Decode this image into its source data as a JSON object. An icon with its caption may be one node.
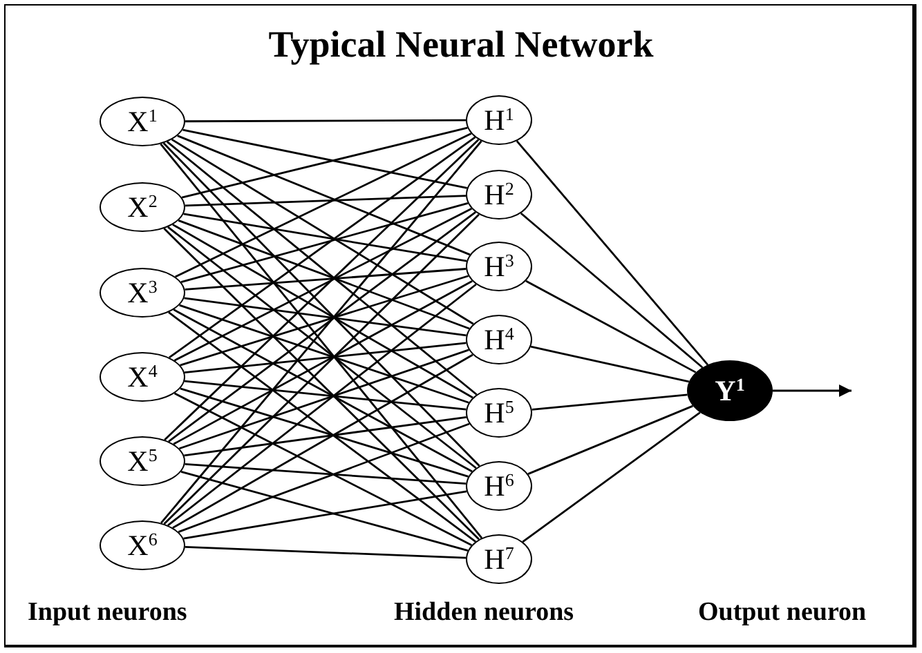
{
  "diagram": {
    "title": "Typical Neural Network",
    "nodes": [
      {
        "text": [
          "X$^{1}$"
        ]
      },
      {
        "text": [
          "X$^{2}$"
        ]
      },
      {
        "text": [
          "X$^{3}$"
        ]
      },
      {
        "text": [
          "X$^{4}$"
        ]
      },
      {
        "text": [
          "X$^{5}$"
        ]
      },
      {
        "text": [
          "X$^{6}$"
        ]
      },
      {
        "text": [
          "H$^{1}$"
        ]
      },
      {
        "text": [
          "H$^{2}$"
        ]
      },
      {
        "text": [
          "H$^{3}$"
        ]
      },
      {
        "text": [
          "H$^{4}$"
        ]
      },
      {
        "text": [
          "H$^{5}$"
        ]
      },
      {
        "text": [
          "H$^{6}$"
        ]
      },
      {
        "text": [
          "H$^{7}$"
        ]
      },
      {
        "text": [
          "Y$^{1}$"
        ]
      }
    ],
    "edges": [
      {
        "from": 0,
        "to": 6,
        "arrow": "none"
      },
      {
        "from": 0,
        "to": 7,
        "arrow": "none"
      },
      {
        "from": 0,
        "to": 8,
        "arrow": "none"
      },
      {
        "from": 0,
        "to": 9,
        "arrow": "none"
      },
      {
        "from": 0,
        "to": 10,
        "arrow": "none"
      },
      {
        "from": 0,
        "to": 11,
        "arrow": "none"
      },
      {
        "from": 0,
        "to": 12,
        "arrow": "none"
      },
      {
        "from": 1,
        "to": 6,
        "arrow": "none"
      },
      {
        "from": 1,
        "to": 7,
        "arrow": "none"
      },
      {
        "from": 1,
        "to": 8,
        "arrow": "none"
      },
      {
        "from": 1,
        "to": 9,
        "arrow": "none"
      },
      {
        "from": 1,
        "to": 10,
        "arrow": "none"
      },
      {
        "from": 1,
        "to": 11,
        "arrow": "none"
      },
      {
        "from": 1,
        "to": 12,
        "arrow": "none"
      },
      {
        "from": 2,
        "to": 6,
        "arrow": "none"
      },
      {
        "from": 2,
        "to": 7,
        "arrow": "none"
      },
      {
        "from": 2,
        "to": 8,
        "arrow": "none"
      },
      {
        "from": 2,
        "to": 9,
        "arrow": "none"
      },
      {
        "from": 2,
        "to": 10,
        "arrow": "none"
      },
      {
        "from": 2,
        "to": 11,
        "arrow": "none"
      },
      {
        "from": 2,
        "to": 12,
        "arrow": "none"
      },
      {
        "from": 3,
        "to": 6,
        "arrow": "none"
      },
      {
        "from": 3,
        "to": 7,
        "arrow": "none"
      },
      {
        "from": 3,
        "to": 8,
        "arrow": "none"
      },
      {
        "from": 3,
        "to": 9,
        "arrow": "none"
      },
      {
        "from": 3,
        "to": 10,
        "arrow": "none"
      },
      {
        "from": 3,
        "to": 11,
        "arrow": "none"
      },
      {
        "from": 3,
        "to": 12,
        "arrow": "none"
      },
      {
        "from": 4,
        "to": 6,
        "arrow": "none"
      },
      {
        "from": 4,
        "to": 7,
        "arrow": "none"
      },
      {
        "from": 4,
        "to": 8,
        "arrow": "none"
      },
      {
        "from": 4,
        "to": 9,
        "arrow": "none"
      },
      {
        "from": 4,
        "to": 10,
        "arrow": "none"
      },
      {
        "from": 4,
        "to": 11,
        "arrow": "none"
      },
      {
        "from": 4,
        "to": 12,
        "arrow": "none"
      },
      {
        "from": 5,
        "to": 6,
        "arrow": "none"
      },
      {
        "from": 5,
        "to": 7,
        "arrow": "none"
      },
      {
        "from": 5,
        "to": 8,
        "arrow": "none"
      },
      {
        "from": 5,
        "to": 9,
        "arrow": "none"
      },
      {
        "from": 5,
        "to": 10,
        "arrow": "none"
      },
      {
        "from": 5,
        "to": 11,
        "arrow": "none"
      },
      {
        "from": 5,
        "to": 12,
        "arrow": "none"
      },
      {
        "from": 6,
        "to": 13,
        "arrow": "none"
      },
      {
        "from": 7,
        "to": 13,
        "arrow": "none"
      },
      {
        "from": 8,
        "to": 13,
        "arrow": "none"
      },
      {
        "from": 9,
        "to": 13,
        "arrow": "none"
      },
      {
        "from": 10,
        "to": 13,
        "arrow": "none"
      },
      {
        "from": 11,
        "to": 13,
        "arrow": "none"
      },
      {
        "from": 12,
        "to": 13,
        "arrow": "none"
      },
      {
        "from": 13,
        "to": null,
        "arrow": "to"
      }
    ],
    "labels": [
      "Input neurons",
      "Hidden neurons",
      "Output neuron"
    ]
  }
}
